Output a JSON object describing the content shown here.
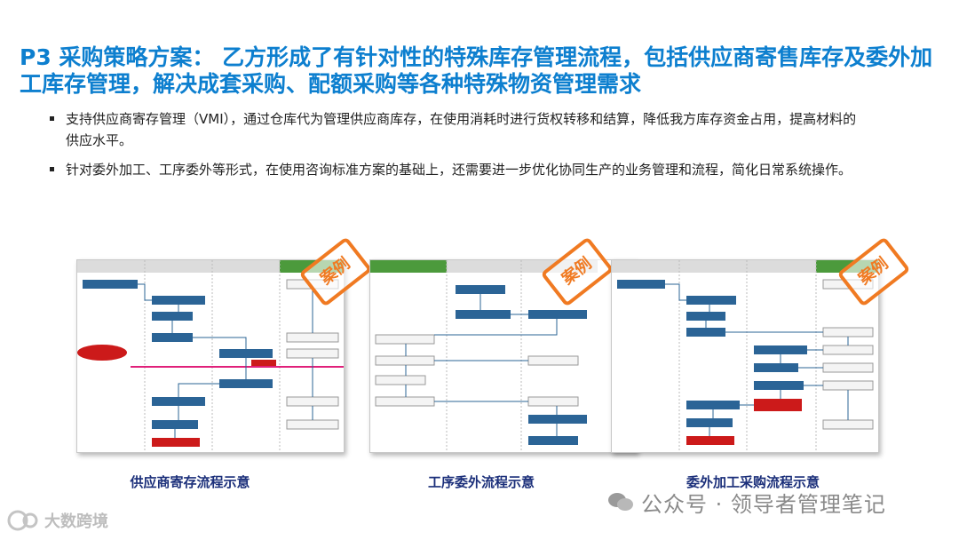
{
  "title": "P3 采购策略方案：  乙方形成了有针对性的特殊库存管理流程，包括供应商寄售库存及委外加工库存管理，解决成套采购、配额采购等各种特殊物资管理需求",
  "bullets": [
    "支持供应商寄存管理（VMI），通过仓库代为管理供应商库存，在使用消耗时进行货权转移和结算，降低我方库存资金占用，提高材料的供应水平。",
    "针对委外加工、工序委外等形式，在使用咨询标准方案的基础上，还需要进一步优化协同生产的业务管理和流程，简化日常系统操作。"
  ],
  "stamp_text": "案例",
  "captions": [
    "供应商寄存流程示意",
    "工序委外流程示意",
    "委外加工采购流程示意"
  ],
  "watermark": "公众号 · 领导者管理笔记",
  "brand": "大数跨境",
  "colors": {
    "title": "#0d7fcf",
    "stamp": "#f07a22",
    "node": "#2b6496",
    "node_red": "#cc1a1a",
    "caption": "#1b2f7a"
  }
}
